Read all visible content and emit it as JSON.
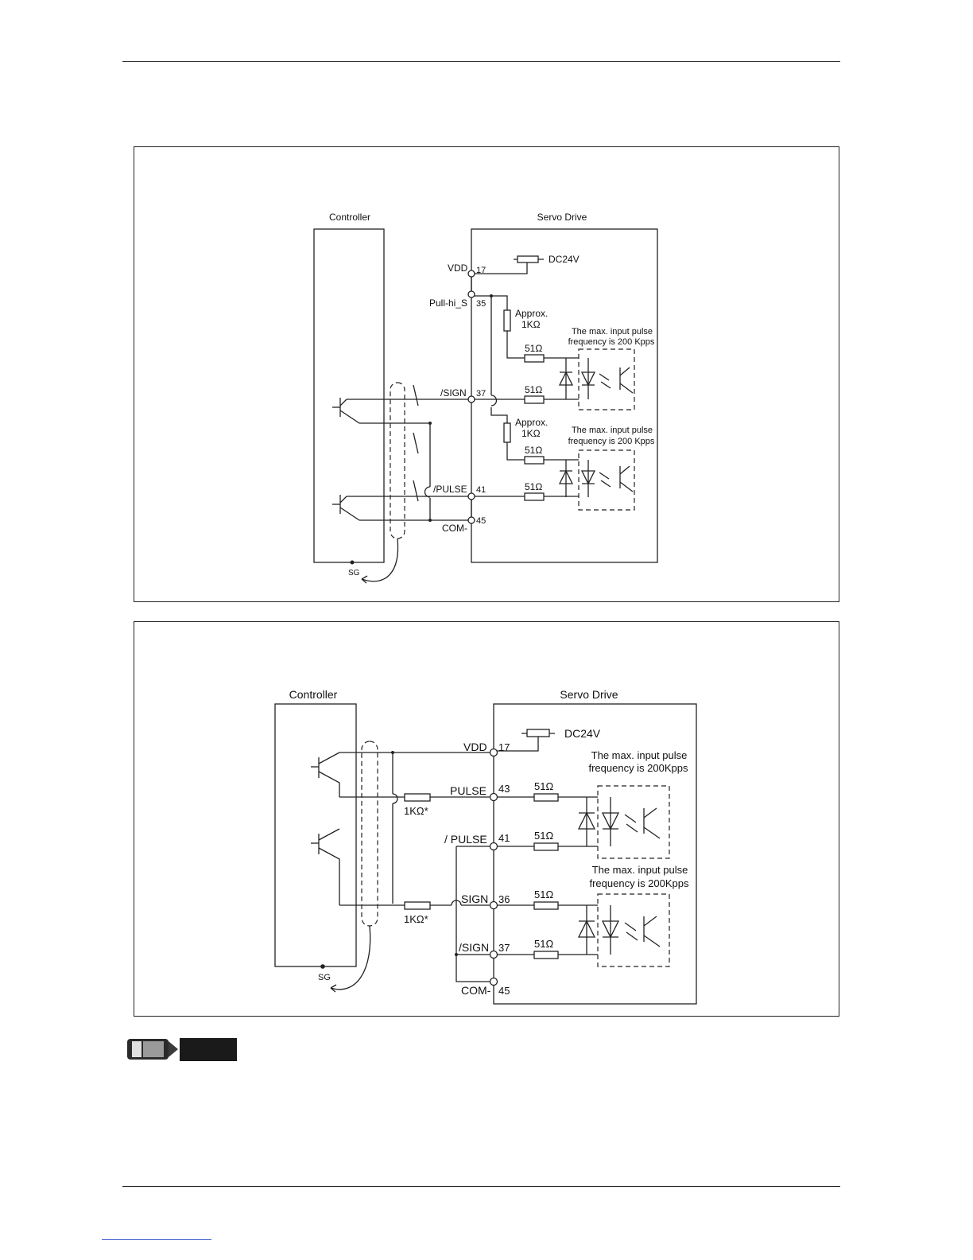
{
  "diagram1": {
    "controller_label": "Controller",
    "drive_label": "Servo Drive",
    "vdd": "VDD",
    "pin17": "17",
    "pullhi": "Pull-hi_S",
    "pin35": "35",
    "dc24v": "DC24V",
    "approx1": "Approx.",
    "kohm1": "1KΩ",
    "maxpulse1a": "The max. input pulse",
    "maxpulse1b": "frequency is 200 Kpps",
    "r51a": "51Ω",
    "sign": "/SIGN",
    "pin37": "37",
    "r51b": "51Ω",
    "approx2": "Approx.",
    "kohm2": "1KΩ",
    "maxpulse2a": "The max. input pulse",
    "maxpulse2b": "frequency is 200 Kpps",
    "r51c": "51Ω",
    "pulse": "/PULSE",
    "pin41": "41",
    "r51d": "51Ω",
    "pin45": "45",
    "com": "COM-",
    "sg": "SG"
  },
  "diagram2": {
    "controller_label": "Controller",
    "drive_label": "Servo Drive",
    "dc24v": "DC24V",
    "vdd": "VDD",
    "pin17": "17",
    "maxpulse1a": "The max. input pulse",
    "maxpulse1b": "frequency is 200Kpps",
    "pulse": "PULSE",
    "pin43": "43",
    "r51a": "51Ω",
    "k1": "1KΩ*",
    "npulse": "/ PULSE",
    "pin41": "41",
    "r51b": "51Ω",
    "maxpulse2a": "The max. input pulse",
    "maxpulse2b": "frequency is 200Kpps",
    "signl": "SIGN",
    "pin36": "36",
    "r51c": "51Ω",
    "k2": "1KΩ*",
    "nsign": "/SIGN",
    "pin37": "37",
    "r51d": "51Ω",
    "com": "COM-",
    "pin45": "45",
    "sg": "SG"
  },
  "note": {
    "icon": "pencil-note-icon",
    "label": ""
  }
}
